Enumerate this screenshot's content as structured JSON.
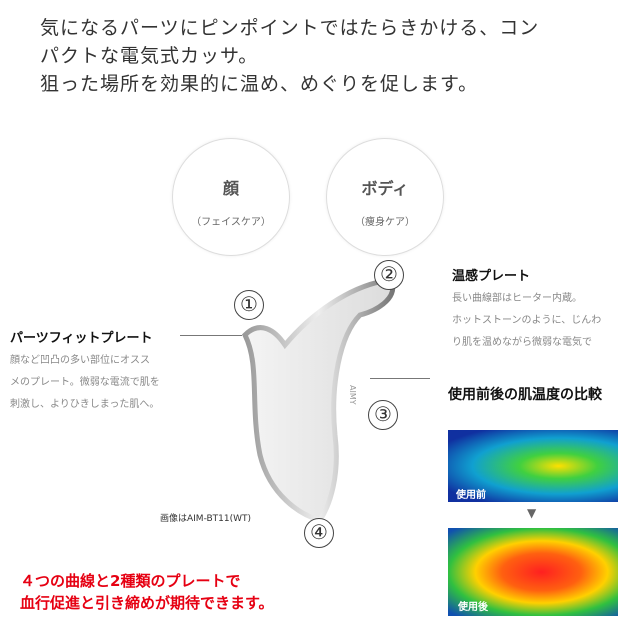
{
  "intro": "気になるパーツにピンポイントではたらきかける、コン\nパクトな電気式カッサ。\n狙った場所を効果的に温め、めぐりを促します。",
  "circles": [
    {
      "title": "顔",
      "sub": "（フェイスケア）"
    },
    {
      "title": "ボディ",
      "sub": "（痩身ケア）"
    }
  ],
  "numbers": [
    "①",
    "②",
    "③",
    "④"
  ],
  "parts_fit": {
    "title": "パーツフィットプレート",
    "body": "顔など凹凸の多い部位にオスス\nメのプレート。微弱な電流で肌を\n刺激し、よりひきしまった肌へ。"
  },
  "warm": {
    "title": "温感プレート",
    "body": "長い曲線部はヒーター内蔵。\nホットストーンのように、じんわ\nり肌を温めながら微弱な電気で"
  },
  "compare": {
    "title": "使用前後の肌温度の比較",
    "before": "使用前",
    "after": "使用後",
    "arrow": "▼"
  },
  "device": {
    "brand": "AIMY",
    "caption": "画像はAIM-BT11(WT)"
  },
  "tagline": "４つの曲線と2種類のプレートで\n血行促進と引き締めが期待できます。",
  "colors": {
    "accent": "#e60012"
  }
}
